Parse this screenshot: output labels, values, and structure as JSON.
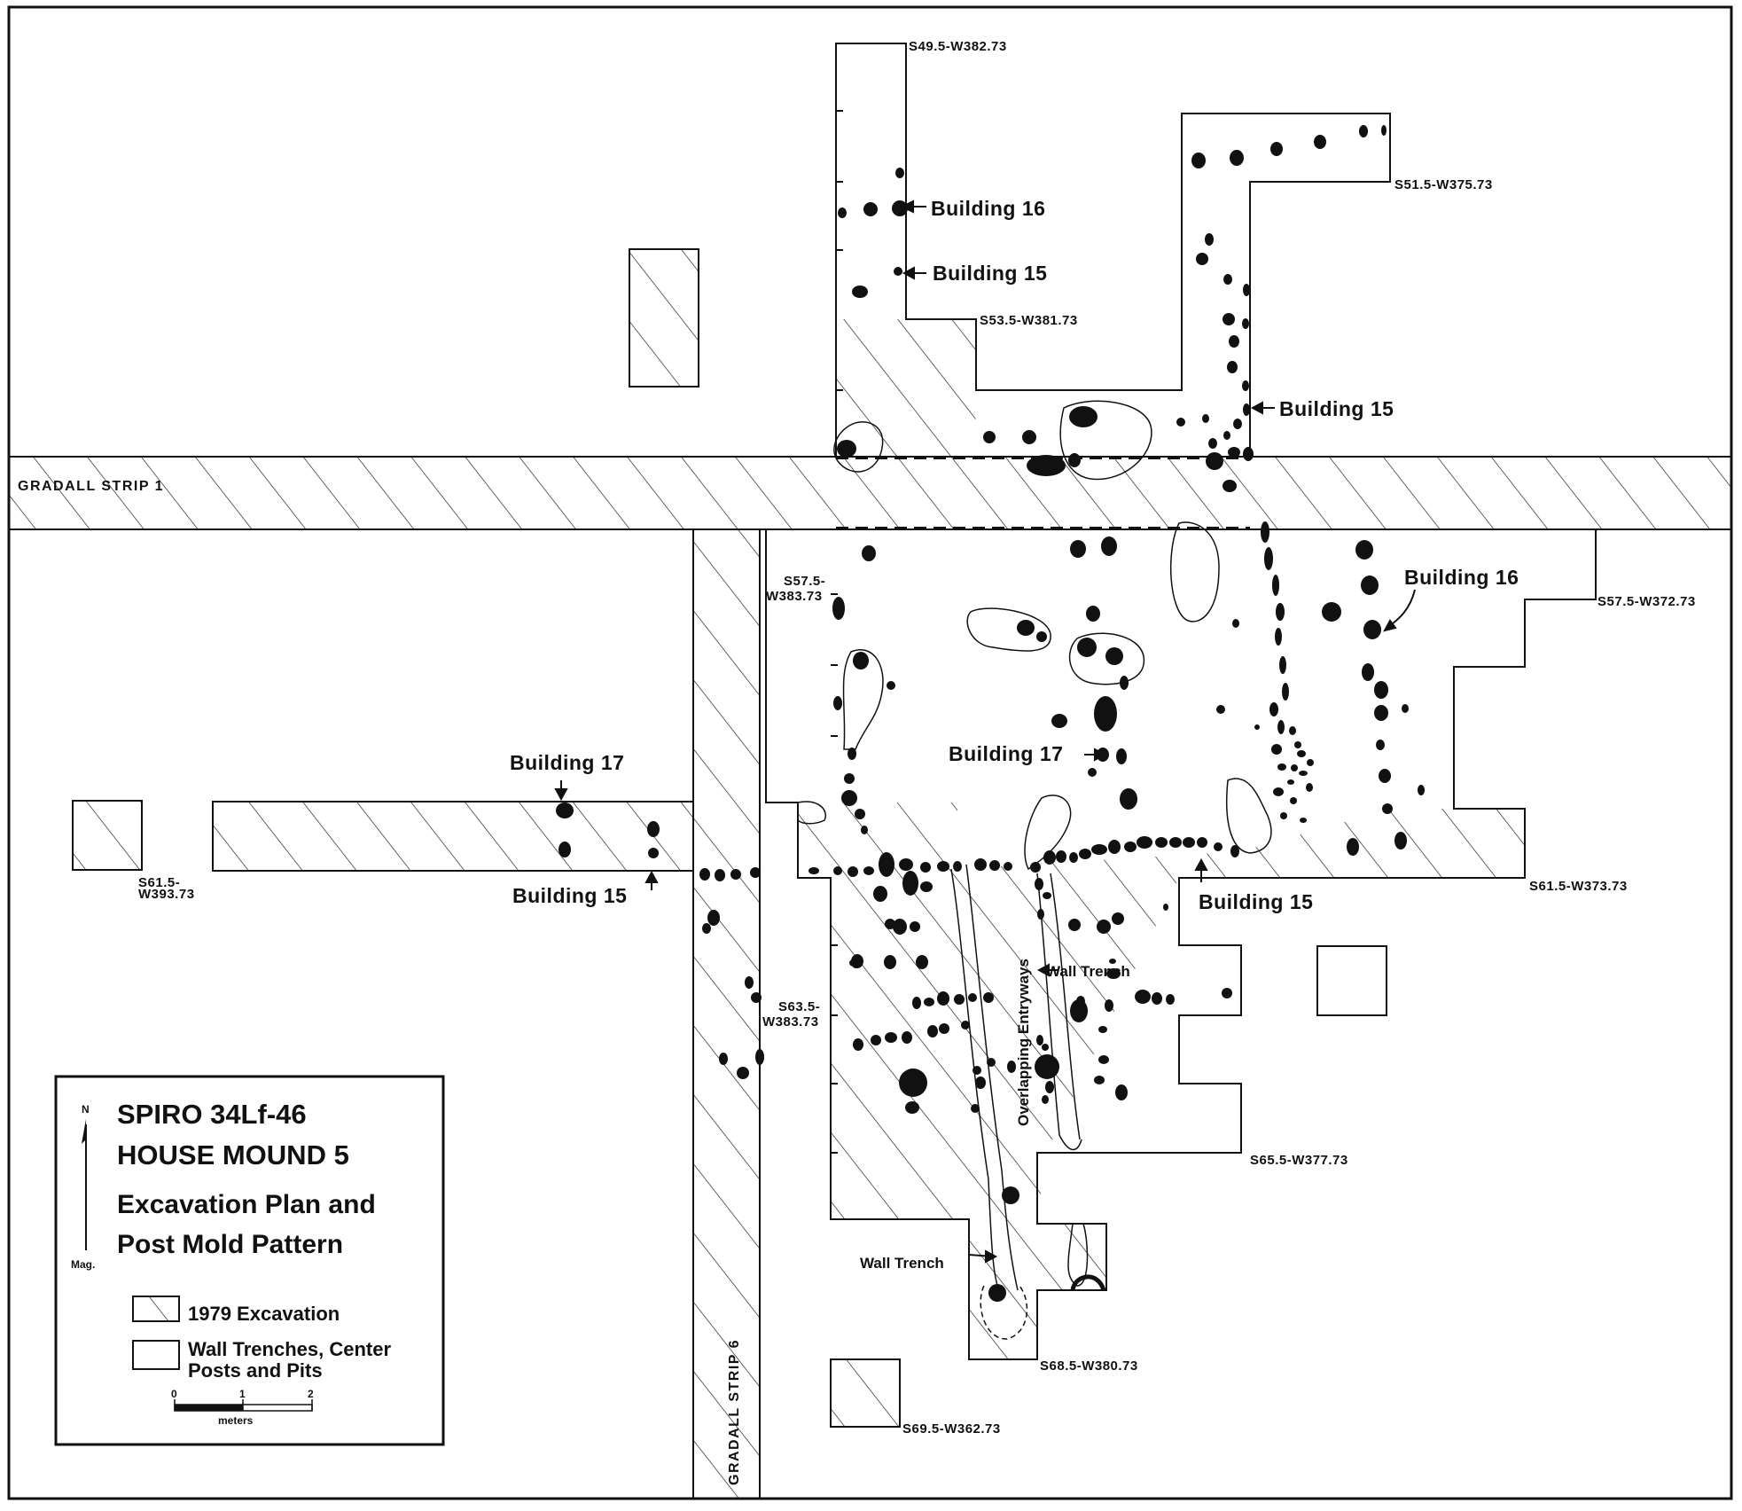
{
  "title": {
    "line1": "SPIRO 34Lf-46",
    "line2": "HOUSE MOUND 5",
    "line3": "Excavation Plan and",
    "line4": "Post Mold Pattern"
  },
  "north_arrow": {
    "top_label": "N",
    "bottom_label": "Mag."
  },
  "legend": {
    "excavation_1979": "1979 Excavation",
    "features_line1": "Wall Trenches, Center",
    "features_line2": "Posts and Pits"
  },
  "scale_bar": {
    "tick_0": "0",
    "tick_1": "1",
    "tick_2": "2",
    "unit": "meters"
  },
  "strips": {
    "gradall_1": "GRADALL STRIP 1",
    "gradall_6": "GRADALL STRIP 6"
  },
  "coordinates": {
    "c1": "S49.5-W382.73",
    "c2": "S51.5-W375.73",
    "c3": "S53.5-W381.73",
    "c4_l1": "S57.5-",
    "c4_l2": "W383.73",
    "c5": "S57.5-W372.73",
    "c6_l1": "S61.5-",
    "c6_l2": "W393.73",
    "c7": "S61.5-W373.73",
    "c8_l1": "S63.5-",
    "c8_l2": "W383.73",
    "c9": "S65.5-W377.73",
    "c10": "S68.5-W380.73",
    "c11": "S69.5-W362.73"
  },
  "building_labels": {
    "b16_top": "Building 16",
    "b15_top": "Building 15",
    "b15_right": "Building 15",
    "b16_right": "Building 16",
    "b17_left": "Building 17",
    "b17_center": "Building 17",
    "b15_left": "Building 15",
    "b15_lower": "Building 15"
  },
  "feature_labels": {
    "overlapping_entryways": "Overlapping Entryways",
    "wall_trench_1": "Wall Trench",
    "wall_trench_2": "Wall Trench"
  }
}
